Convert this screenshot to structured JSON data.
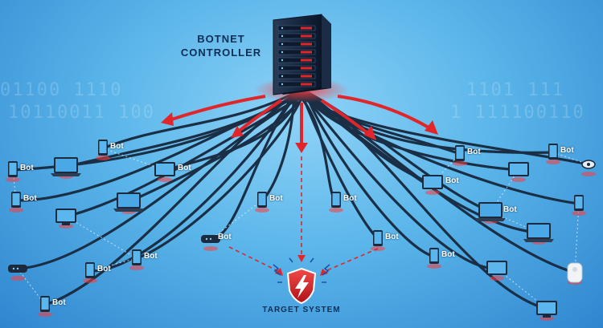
{
  "controller": {
    "label_line1": "BOTNET",
    "label_line2": "CONTROLLER",
    "icon": "server-rack-icon"
  },
  "target": {
    "label": "TARGET SYSTEM",
    "icon": "shield-lightning-icon"
  },
  "bot_label": "Bot",
  "colors": {
    "cable": "#1a2f45",
    "accent_red": "#e0262b",
    "label": "#0d2e55"
  },
  "devices": [
    {
      "name": "phone",
      "bot": true
    },
    {
      "name": "laptop",
      "bot": false
    },
    {
      "name": "tablet",
      "bot": true
    },
    {
      "name": "phone",
      "bot": true
    },
    {
      "name": "phone",
      "bot": true
    },
    {
      "name": "laptop",
      "bot": false
    },
    {
      "name": "desktop-monitor",
      "bot": false
    },
    {
      "name": "phone",
      "bot": true
    },
    {
      "name": "phone",
      "bot": true
    },
    {
      "name": "router",
      "bot": true
    },
    {
      "name": "phone",
      "bot": true
    },
    {
      "name": "phone",
      "bot": true
    },
    {
      "name": "phone",
      "bot": true
    },
    {
      "name": "router",
      "bot": false
    },
    {
      "name": "phone",
      "bot": true
    },
    {
      "name": "phone",
      "bot": true
    },
    {
      "name": "phone",
      "bot": true
    },
    {
      "name": "tablet",
      "bot": true
    },
    {
      "name": "tablet",
      "bot": false
    },
    {
      "name": "phone",
      "bot": true
    },
    {
      "name": "laptop",
      "bot": true
    },
    {
      "name": "webcam",
      "bot": false
    },
    {
      "name": "phone",
      "bot": false
    },
    {
      "name": "laptop",
      "bot": false
    },
    {
      "name": "tablet",
      "bot": false
    },
    {
      "name": "smart-speaker",
      "bot": false
    },
    {
      "name": "desktop-monitor",
      "bot": false
    }
  ]
}
